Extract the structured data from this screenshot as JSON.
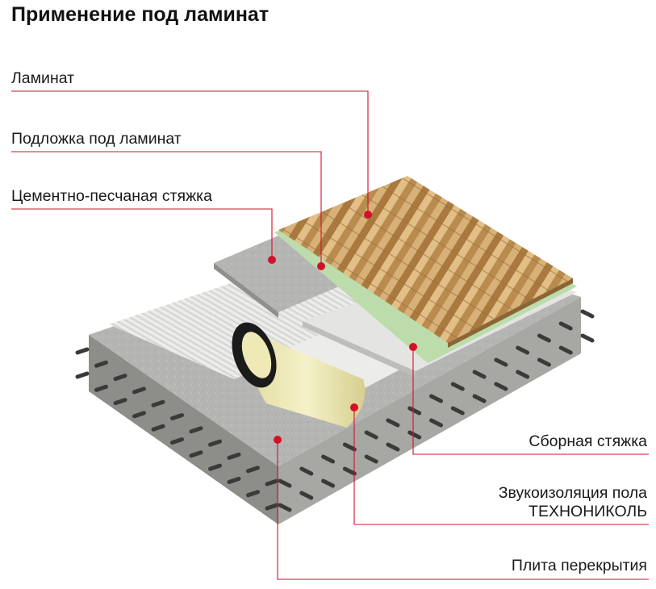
{
  "title": "Применение под ламинат",
  "layers_left": [
    {
      "label": "Ламинат"
    },
    {
      "label": "Подложка под ламинат"
    },
    {
      "label": "Цементно-песчаная стяжка"
    }
  ],
  "layers_right": [
    {
      "label": "Сборная стяжка"
    },
    {
      "label": "Звукоизоляция пола",
      "label2": "ТЕХНОНИКОЛЬ"
    },
    {
      "label": "Плита перекрытия"
    }
  ],
  "colors": {
    "accent": "#d3102a",
    "laminate": "#caa064",
    "underlay": "#b6d9a6",
    "screed": "#b7b7b5",
    "slab": "#9f9f9c",
    "insulation": "#dcdcdc",
    "roll": "#efeab5",
    "rebar": "#3a3a3a"
  }
}
